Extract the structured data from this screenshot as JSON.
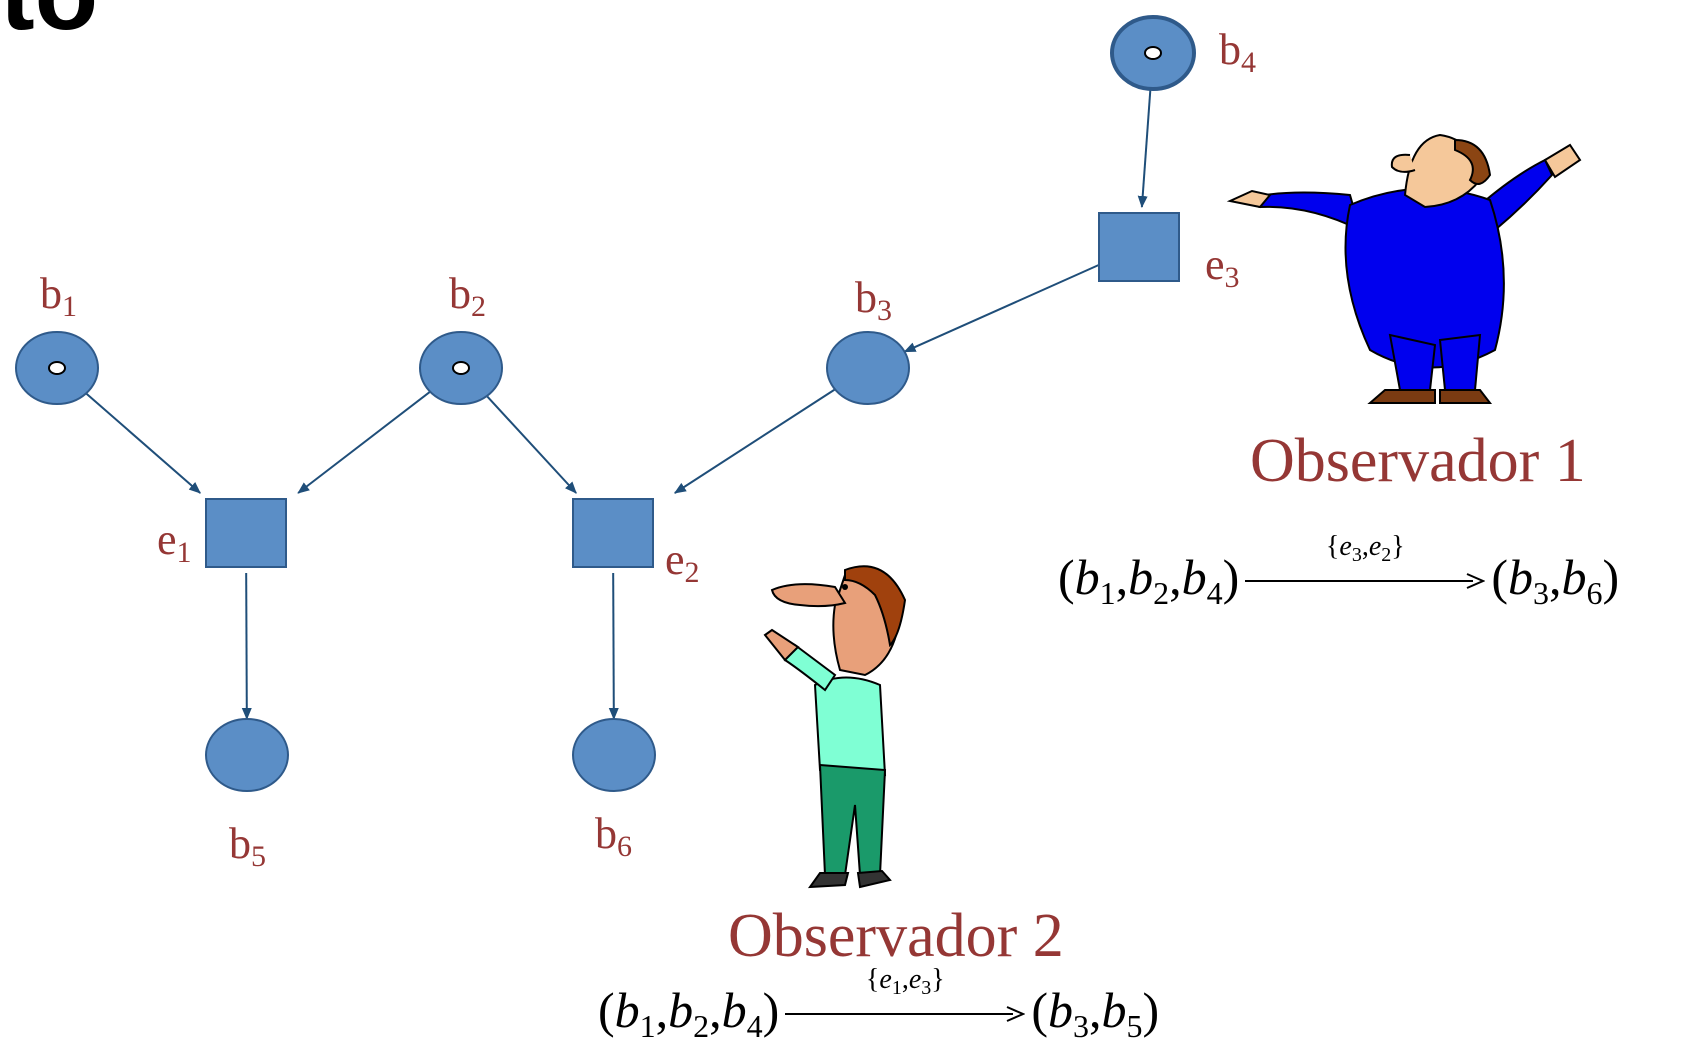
{
  "title_fragment": "to",
  "places": [
    {
      "id": "b1",
      "name": "b",
      "sub": "1",
      "token": true
    },
    {
      "id": "b2",
      "name": "b",
      "sub": "2",
      "token": true
    },
    {
      "id": "b3",
      "name": "b",
      "sub": "3",
      "token": false
    },
    {
      "id": "b4",
      "name": "b",
      "sub": "4",
      "token": true
    },
    {
      "id": "b5",
      "name": "b",
      "sub": "5",
      "token": false
    },
    {
      "id": "b6",
      "name": "b",
      "sub": "6",
      "token": false
    }
  ],
  "transitions": [
    {
      "id": "e1",
      "name": "e",
      "sub": "1"
    },
    {
      "id": "e2",
      "name": "e",
      "sub": "2"
    },
    {
      "id": "e3",
      "name": "e",
      "sub": "3"
    }
  ],
  "arcs": [
    [
      "b1",
      "e1"
    ],
    [
      "b2",
      "e1"
    ],
    [
      "b2",
      "e2"
    ],
    [
      "b3",
      "e2"
    ],
    [
      "b4",
      "e3"
    ],
    [
      "e3",
      "b3"
    ],
    [
      "e1",
      "b5"
    ],
    [
      "e2",
      "b6"
    ]
  ],
  "observers": [
    {
      "title": "Observador 1",
      "formula": {
        "from": [
          "1",
          "2",
          "4"
        ],
        "events": [
          "3",
          "2"
        ],
        "to": [
          "3",
          "6"
        ]
      }
    },
    {
      "title": "Observador 2",
      "formula": {
        "from": [
          "1",
          "2",
          "4"
        ],
        "events": [
          "1",
          "3"
        ],
        "to": [
          "3",
          "5"
        ]
      }
    }
  ],
  "colors": {
    "node_fill": "#5B8EC6",
    "node_stroke": "#2F5A8A",
    "arc": "#1F4E79",
    "label": "#953735"
  }
}
